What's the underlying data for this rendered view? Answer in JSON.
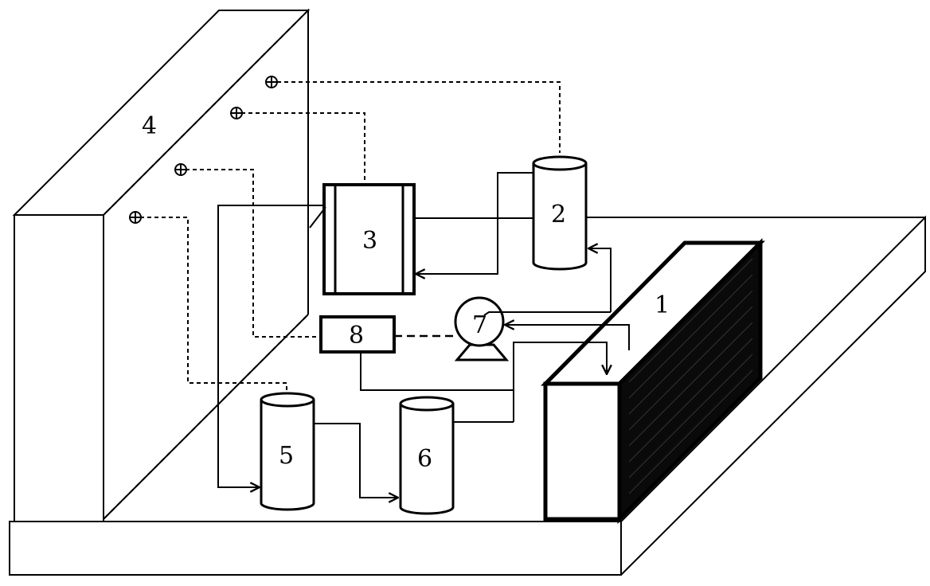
{
  "labels": {
    "unit_1": "1",
    "unit_2": "2",
    "unit_3": "3",
    "unit_4": "4",
    "unit_5": "5",
    "unit_6": "6",
    "unit_7": "7",
    "unit_8": "8"
  },
  "colors": {
    "line": "#000000",
    "background": "#ffffff",
    "grille": "#0a0a0a"
  }
}
